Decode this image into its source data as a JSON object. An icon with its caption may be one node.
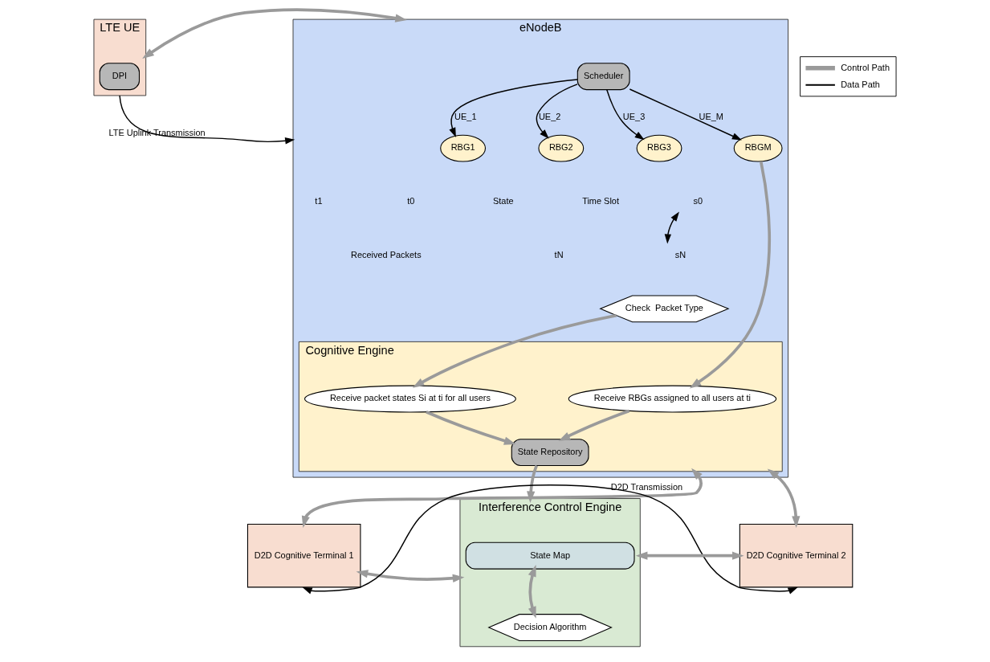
{
  "diagram": {
    "nodes": [
      {
        "text": [
          "LTE UE"
        ]
      },
      {
        "text": [
          "DPI"
        ],
        "in": 0
      },
      {
        "text": [
          "eNodeB"
        ]
      },
      {
        "text": [
          "Scheduler"
        ],
        "in": 2
      },
      {
        "text": [
          "RBG1"
        ],
        "in": 2
      },
      {
        "text": [
          "RBG2"
        ],
        "in": 2
      },
      {
        "text": [
          "RBG3"
        ],
        "in": 2
      },
      {
        "text": [
          "RBGM"
        ],
        "in": 2
      },
      {
        "text": [
          "s0"
        ],
        "in": 2
      },
      {
        "text": [
          "sN"
        ],
        "in": 2
      },
      {
        "text": [
          "Check  Packet Type"
        ],
        "in": 2
      },
      {
        "text": [
          "Cognitive Engine"
        ],
        "in": 2
      },
      {
        "text": [
          "Receive packet states Si at ti for all users"
        ],
        "in": 11
      },
      {
        "text": [
          "Receive RBGs assigned to all users at ti"
        ],
        "in": 11
      },
      {
        "text": [
          "State Repository"
        ],
        "in": 11
      },
      {
        "text": [
          "D2D Cognitive Terminal 1"
        ]
      },
      {
        "text": [
          "Interference Control Engine"
        ]
      },
      {
        "text": [
          "State Map"
        ],
        "in": 16
      },
      {
        "text": [
          "Decision Algorithm"
        ],
        "in": 16
      },
      {
        "text": [
          "D2D Cognitive Terminal 2"
        ]
      }
    ],
    "edges": [
      {
        "from": 0,
        "to": 2,
        "arrow": "both"
      },
      {
        "from": 0,
        "to": 2,
        "arrow": "to",
        "label": "LTE Uplink Transmission",
        "color": "#000000"
      },
      {
        "from": 3,
        "to": 4,
        "arrow": "to",
        "label": "UE_1",
        "color": "#000000"
      },
      {
        "from": 3,
        "to": 5,
        "arrow": "to",
        "label": "UE_2",
        "color": "#000000"
      },
      {
        "from": 3,
        "to": 6,
        "arrow": "to",
        "label": "UE_3",
        "color": "#000000"
      },
      {
        "from": 3,
        "to": 7,
        "arrow": "to",
        "label": "UE_M",
        "color": "#000000"
      },
      {
        "from": 8,
        "to": 9,
        "arrow": "both",
        "color": "#000000"
      },
      {
        "from": 10,
        "to": 12,
        "arrow": "to"
      },
      {
        "from": 7,
        "to": 13,
        "arrow": "to"
      },
      {
        "from": 12,
        "to": 14,
        "arrow": "to"
      },
      {
        "from": 13,
        "to": 14,
        "arrow": "to"
      },
      {
        "from": 15,
        "to": 11,
        "arrow": "both"
      },
      {
        "from": 19,
        "to": 11,
        "arrow": "both"
      },
      {
        "from": 14,
        "to": 16,
        "arrow": "to"
      },
      {
        "from": 15,
        "to": 16,
        "arrow": "both"
      },
      {
        "from": 19,
        "to": 16,
        "arrow": "both"
      },
      {
        "from": 17,
        "to": 18,
        "arrow": "both"
      },
      {
        "from": 15,
        "to": 19,
        "arrow": "both",
        "label": "D2D Transmission",
        "color": "#000000"
      }
    ],
    "labels": [
      "Time Slot",
      "State",
      "t0",
      "t1",
      "tN",
      "Received Packets"
    ],
    "legend": [
      {
        "text": "Control Path"
      },
      {
        "text": "Data Path"
      }
    ]
  }
}
